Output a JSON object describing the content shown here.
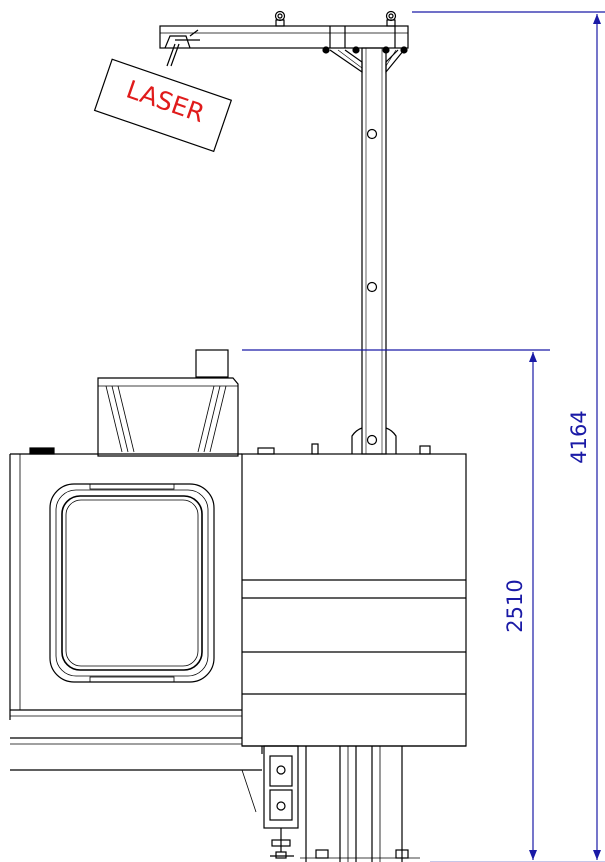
{
  "labels": {
    "laser": "LASER"
  },
  "dimensions": {
    "total_height": "4164",
    "machine_height": "2510"
  },
  "colors": {
    "line": "#000000",
    "dimension": "#1a1aa6",
    "laser_text": "#e01b1b",
    "background": "#ffffff"
  }
}
